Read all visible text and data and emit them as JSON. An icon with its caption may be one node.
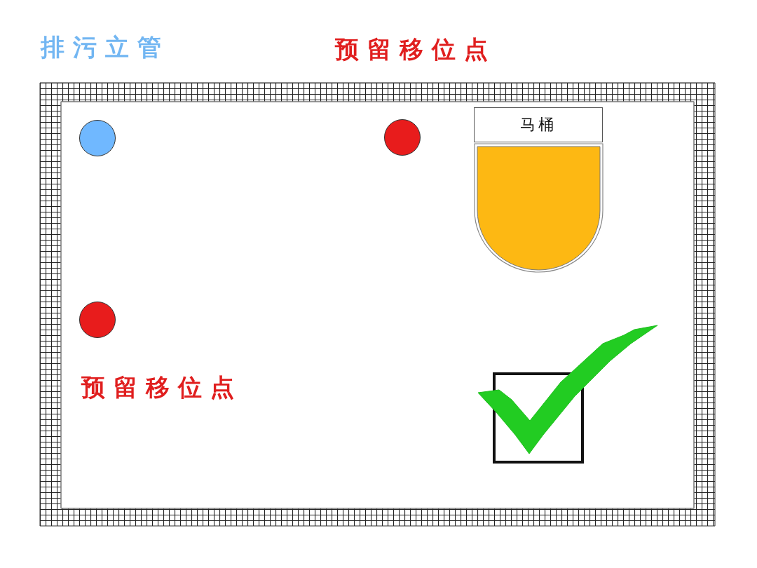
{
  "diagram": {
    "nodes": [
      {
        "text": [],
        "shape": "circle"
      },
      {
        "text": [],
        "shape": "circle"
      },
      {
        "text": [
          "马桶"
        ]
      },
      {
        "text": [],
        "shape": "circle"
      }
    ],
    "labels": [
      "排污立管",
      "预留移位点",
      "预留移位点"
    ]
  }
}
